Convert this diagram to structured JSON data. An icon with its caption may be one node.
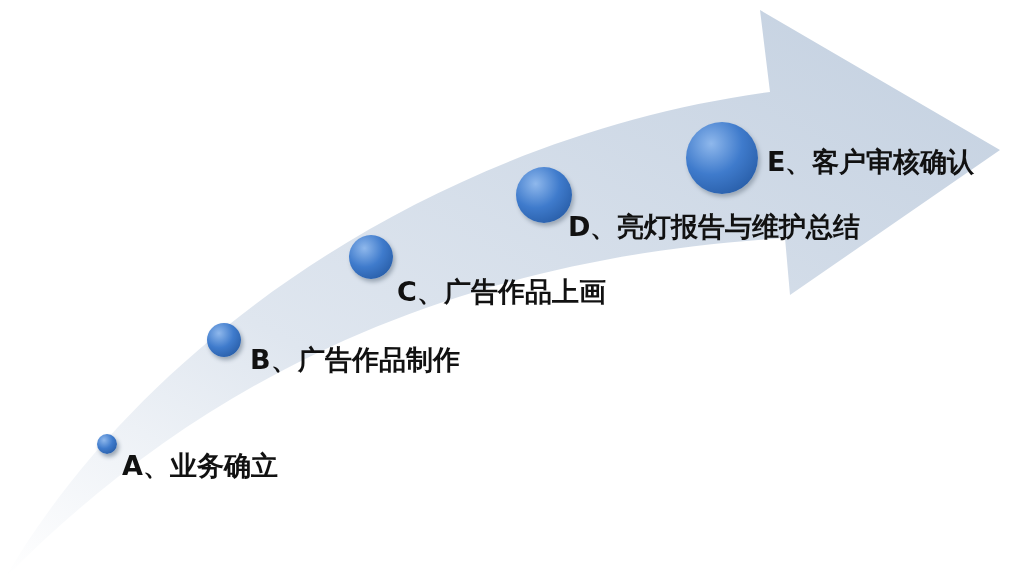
{
  "diagram": {
    "nodes": [
      {
        "text": [],
        "shape": "circle",
        "beside": [
          "A、业务确立"
        ]
      },
      {
        "text": [],
        "shape": "circle",
        "beside": [
          "B、广告作品制作"
        ]
      },
      {
        "text": [],
        "shape": "circle",
        "beside": [
          "C、广告作品上画"
        ]
      },
      {
        "text": [],
        "shape": "circle",
        "beside": [
          "D、亮灯报告与维护总结"
        ]
      },
      {
        "text": [],
        "shape": "circle",
        "beside": [
          "E、客户审核确认"
        ]
      }
    ]
  }
}
